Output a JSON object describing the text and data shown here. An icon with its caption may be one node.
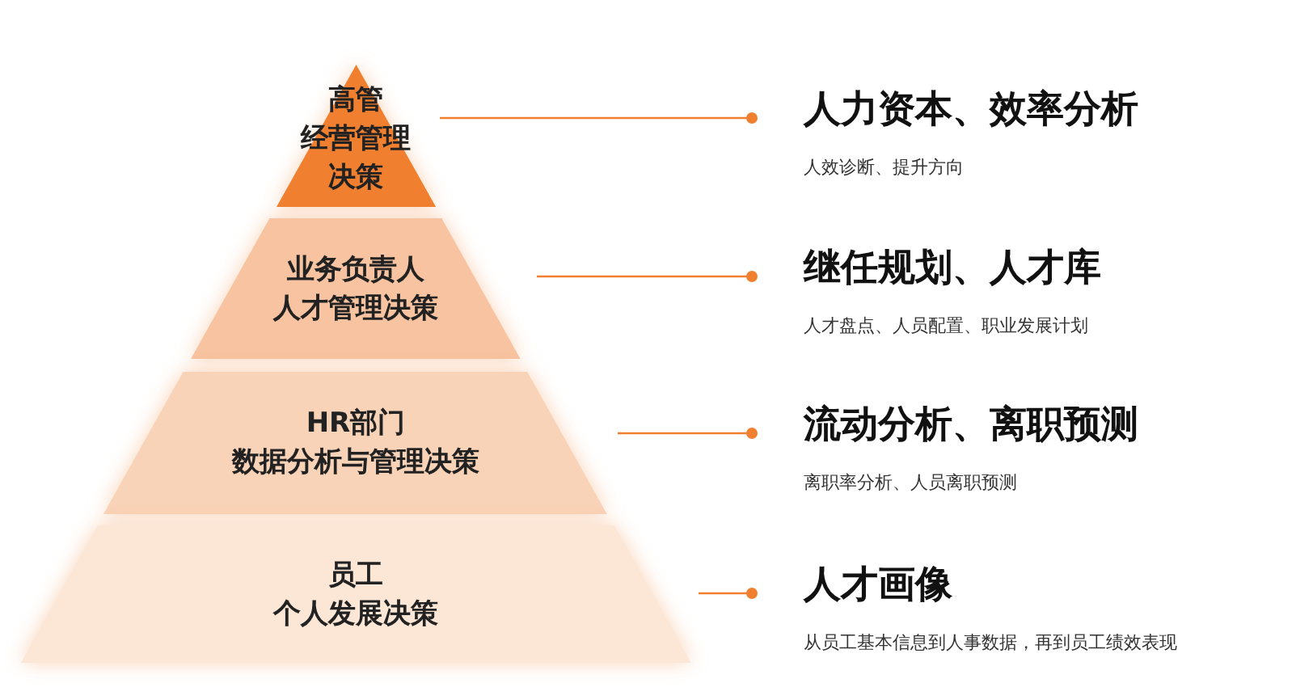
{
  "diagram": {
    "nodes": [
      {
        "text": [
          "高管",
          "经营管理决策"
        ]
      },
      {
        "text": [
          "业务负责人",
          "人才管理决策"
        ]
      },
      {
        "text": [
          "HR部门",
          "数据分析与管理决策"
        ]
      },
      {
        "text": [
          "员工",
          "个人发展决策"
        ]
      },
      {
        "text": [
          "人力资本、效率分析",
          "人效诊断、提升方向"
        ]
      },
      {
        "text": [
          "继任规划、人才库",
          "人才盘点、人员配置、职业发展计划"
        ]
      },
      {
        "text": [
          "流动分析、离职预测",
          "离职率分析、人员离职预测"
        ]
      },
      {
        "text": [
          "人才画像",
          "从员工基本信息到人事数据，再到员工绩效表现"
        ]
      }
    ],
    "edges": [
      {
        "from": 0,
        "to": 4,
        "arrow": "other"
      },
      {
        "from": 1,
        "to": 5,
        "arrow": "other"
      },
      {
        "from": 2,
        "to": 6,
        "arrow": "other"
      },
      {
        "from": 3,
        "to": 7,
        "arrow": "other"
      }
    ]
  }
}
